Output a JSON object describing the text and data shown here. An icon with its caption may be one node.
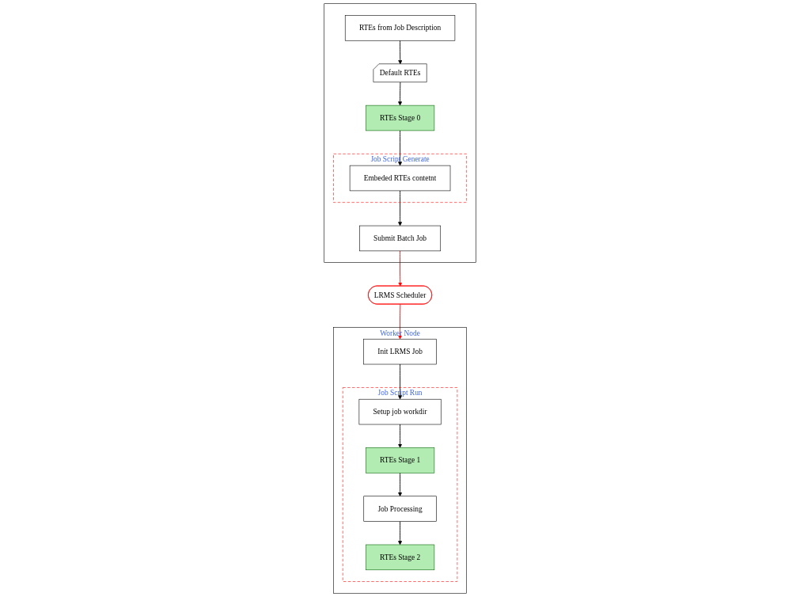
{
  "diagram": {
    "nodes": [
      {
        "text": [],
        "shape": "box"
      },
      {
        "text": [
          "RTEs from Job Description"
        ],
        "in": 0
      },
      {
        "text": [
          "Default RTEs"
        ],
        "in": 0
      },
      {
        "text": [
          "RTEs Stage 0"
        ],
        "in": 0
      },
      {
        "text": [
          "Job Script Generate"
        ],
        "in": 0
      },
      {
        "text": [
          "Embeded RTEs contetnt"
        ],
        "in": 4
      },
      {
        "text": [
          "Submit Batch Job"
        ],
        "in": 0
      },
      {
        "text": [
          "LRMS Scheduler"
        ]
      },
      {
        "text": [
          "Worker Node"
        ]
      },
      {
        "text": [
          "Init LRMS Job"
        ],
        "in": 8
      },
      {
        "text": [
          "Job Script Run"
        ],
        "in": 8
      },
      {
        "text": [
          "Setup job workdir"
        ],
        "in": 10
      },
      {
        "text": [
          "RTEs Stage 1"
        ],
        "in": 10
      },
      {
        "text": [
          "Job Processing"
        ],
        "in": 10
      },
      {
        "text": [
          "RTEs Stage 2"
        ],
        "in": 10
      }
    ],
    "edges": [
      {
        "from": 1,
        "to": 2,
        "arrow": "to"
      },
      {
        "from": 2,
        "to": 3,
        "arrow": "to"
      },
      {
        "from": 3,
        "to": 5,
        "arrow": "to"
      },
      {
        "from": 5,
        "to": 6,
        "arrow": "to"
      },
      {
        "from": 6,
        "to": 7,
        "arrow": "to",
        "color": "#ff0000"
      },
      {
        "from": 7,
        "to": 9,
        "arrow": "to",
        "color": "#ff0000"
      },
      {
        "from": 9,
        "to": 11,
        "arrow": "to"
      },
      {
        "from": 11,
        "to": 12,
        "arrow": "to"
      },
      {
        "from": 12,
        "to": 13,
        "arrow": "to"
      },
      {
        "from": 13,
        "to": 14,
        "arrow": "to"
      }
    ]
  }
}
